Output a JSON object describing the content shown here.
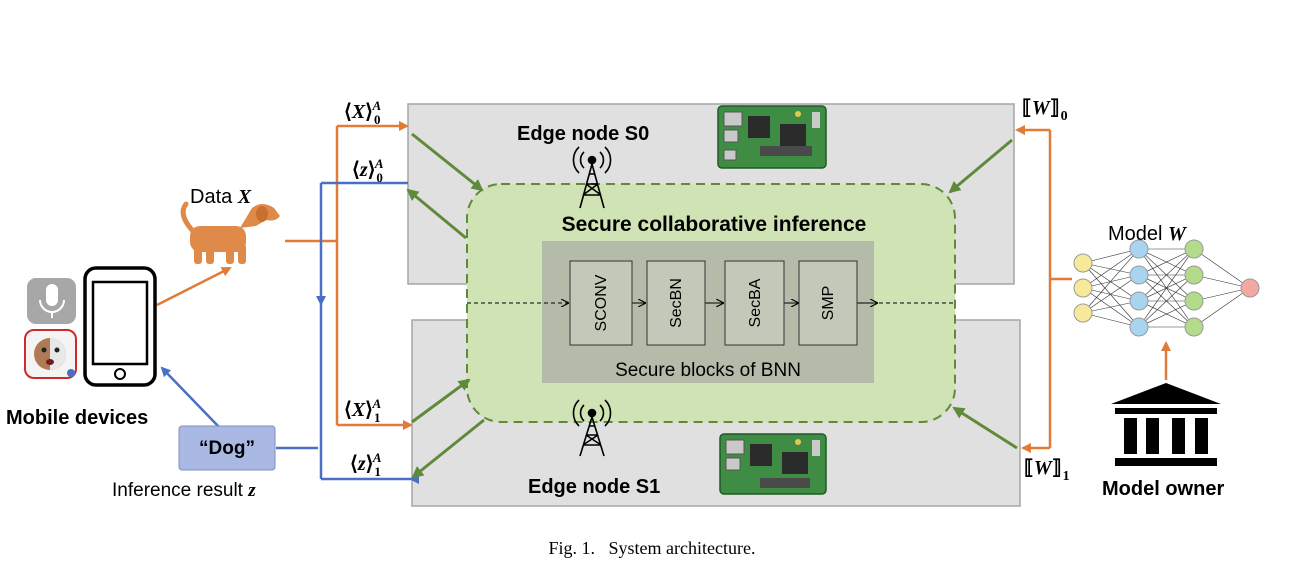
{
  "labels": {
    "edge_s0": "Edge node S0",
    "edge_s1": "Edge node S1",
    "secure_inference": "Secure collaborative inference",
    "secure_blocks": "Secure blocks of BNN",
    "data_prefix": "Data ",
    "data_var": "X",
    "model_prefix": "Model ",
    "model_var": "W",
    "mobile_devices": "Mobile devices",
    "model_owner": "Model owner",
    "inference_prefix": "Inference result ",
    "inference_var": "z",
    "dog_result": "“Dog”",
    "caption": "Fig. 1.   System architecture."
  },
  "blocks": [
    "SCONV",
    "SecBN",
    "SecBA",
    "SMP"
  ],
  "shares": {
    "x0": {
      "open": "⟨",
      "var": "X",
      "close": "⟩",
      "sub": "0",
      "sup": "A"
    },
    "z0": {
      "open": "⟨",
      "var": "z",
      "close": "⟩",
      "sub": "0",
      "sup": "A"
    },
    "x1": {
      "open": "⟨",
      "var": "X",
      "close": "⟩",
      "sub": "1",
      "sup": "A"
    },
    "z1": {
      "open": "⟨",
      "var": "z",
      "close": "⟩",
      "sub": "1",
      "sup": "A"
    },
    "w0": {
      "open": "⟦",
      "var": "W",
      "close": "⟧",
      "sub": "0"
    },
    "w1": {
      "open": "⟦",
      "var": "W",
      "close": "⟧",
      "sub": "1"
    }
  },
  "colors": {
    "orange_arrow": "#e07b39",
    "blue_arrow": "#4a6fc4",
    "green_arrow": "#5f8a3a",
    "edge_box": "#e0e0e0",
    "inference_region": "#cfe3b4",
    "blocks_panel": "#b4bba9",
    "block_fill": "#c3c9b8",
    "dog": "#e08a4a",
    "result_box": "#a9b9e4"
  }
}
